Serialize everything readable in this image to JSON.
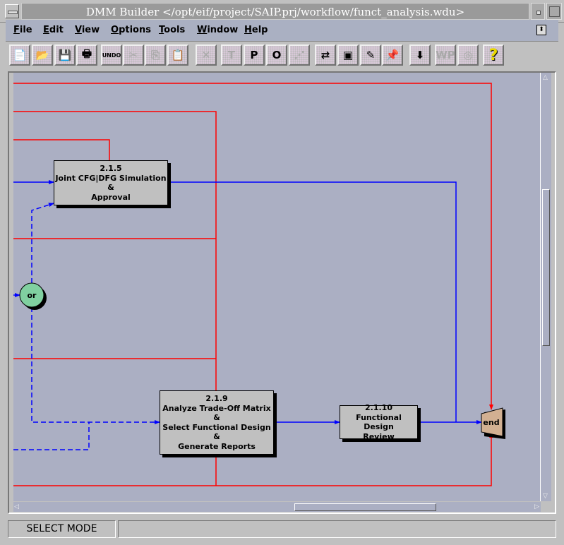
{
  "window": {
    "title": "DMM Builder </opt/eif/project/SAIP.prj/workflow/funct_analysis.wdu>"
  },
  "menu": [
    "File",
    "Edit",
    "View",
    "Options",
    "Tools",
    "Window",
    "Help"
  ],
  "toolbar": [
    {
      "name": "new-document",
      "glyph": "📄",
      "enabled": true
    },
    {
      "name": "open-folder",
      "glyph": "📂",
      "enabled": true
    },
    {
      "name": "save",
      "glyph": "💾",
      "enabled": true
    },
    {
      "name": "print",
      "glyph": "🖶",
      "enabled": true
    },
    {
      "name": "undo",
      "glyph": "UNDO",
      "enabled": true
    },
    {
      "name": "cut",
      "glyph": "✂",
      "enabled": false
    },
    {
      "name": "copy",
      "glyph": "⎘",
      "enabled": false
    },
    {
      "name": "paste",
      "glyph": "📋",
      "enabled": false
    },
    {
      "name": "delete",
      "glyph": "✕",
      "enabled": false
    },
    {
      "name": "text-tool",
      "glyph": "T",
      "enabled": false
    },
    {
      "name": "process-tool",
      "glyph": "P",
      "enabled": true
    },
    {
      "name": "or-tool",
      "glyph": "O",
      "enabled": true
    },
    {
      "name": "connector-tool",
      "glyph": "⋰",
      "enabled": false
    },
    {
      "name": "flow-tool",
      "glyph": "⇄",
      "enabled": true
    },
    {
      "name": "layout-tool",
      "glyph": "▣",
      "enabled": true
    },
    {
      "name": "properties-tool",
      "glyph": "✎",
      "enabled": true
    },
    {
      "name": "pin-tool",
      "glyph": "📌",
      "enabled": true
    },
    {
      "name": "import-tool",
      "glyph": "⬇",
      "enabled": true
    },
    {
      "name": "wp-tool",
      "glyph": "WP",
      "enabled": false
    },
    {
      "name": "zoom-tool",
      "glyph": "◎",
      "enabled": false
    },
    {
      "name": "help",
      "glyph": "?",
      "enabled": true
    }
  ],
  "diagram": {
    "nodes": {
      "n215": {
        "id": "2.1.5",
        "l1": "Joint CFG|DFG Simulation",
        "l2": "&",
        "l3": "Approval"
      },
      "n219": {
        "id": "2.1.9",
        "l1": "Analyze Trade-Off Matrix",
        "l2": "&",
        "l3": "Select Functional Design",
        "l4": "&",
        "l5": "Generate Reports"
      },
      "n2110": {
        "id": "2.1.10",
        "l1": "Functional Design",
        "l2": "Review"
      },
      "or": "or",
      "end": "end"
    },
    "colors": {
      "control": "#ff0000",
      "flow": "#0000ff",
      "or": "#80d0a0",
      "end": "#d2b092",
      "canvas": "#abafc3"
    }
  },
  "status": {
    "mode": "SELECT MODE",
    "message": ""
  }
}
